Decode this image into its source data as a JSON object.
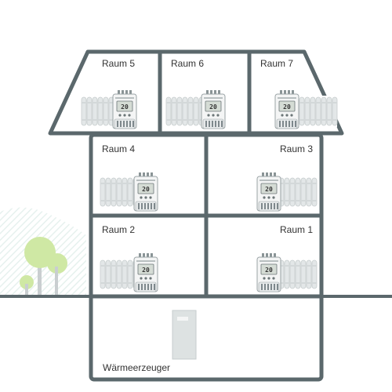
{
  "rooms": {
    "raum5": "Raum 5",
    "raum6": "Raum 6",
    "raum7": "Raum 7",
    "raum4": "Raum 4",
    "raum3": "Raum 3",
    "raum2": "Raum 2",
    "raum1": "Raum 1"
  },
  "heater_room": {
    "label": "Wärmeerzeuger"
  },
  "colors": {
    "house_outline": "#5b686c",
    "ground_line": "#5b686c",
    "radiator": "#dfe3e4",
    "radiator_stroke": "#c6cccd",
    "thermostat_body": "#f4f5f5",
    "thermostat_display": "#cfd6cf",
    "tree_foliage": "#cfe8a4",
    "tree_trunk": "#c9ced0",
    "hills": "#e6f1ee",
    "heat_generator": "#dde2e2",
    "label_text": "#333333"
  },
  "icons": {
    "thermostat": "radiator-thermostat-icon",
    "radiator": "radiator-icon",
    "tree": "tree-icon",
    "heat_generator": "heat-generator-unit-icon"
  }
}
